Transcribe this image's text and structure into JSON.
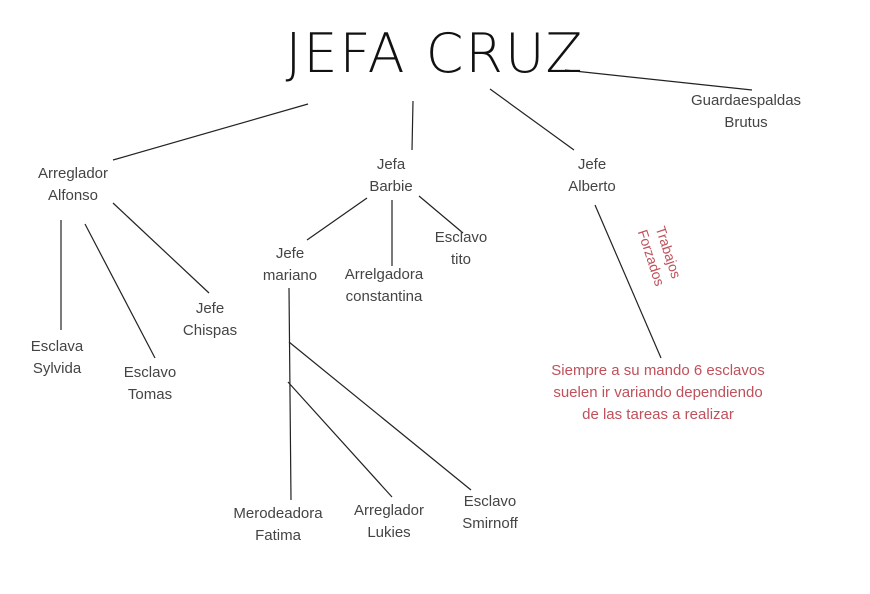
{
  "title": "JEFA CRUZ",
  "nodes": {
    "guardaespaldas": [
      "Guardaespaldas",
      "Brutus"
    ],
    "alfonso": [
      "Arreglador",
      "Alfonso"
    ],
    "barbie": [
      "Jefa",
      "Barbie"
    ],
    "alberto": [
      "Jefe",
      "Alberto"
    ],
    "mariano": [
      "Jefe",
      "mariano"
    ],
    "constantina": [
      "Arrelgadora",
      "constantina"
    ],
    "tito": [
      "Esclavo",
      "tito"
    ],
    "chispas": [
      "Jefe",
      "Chispas"
    ],
    "sylvida": [
      "Esclava",
      "Sylvida"
    ],
    "tomas": [
      "Esclavo",
      "Tomas"
    ],
    "fatima": [
      "Merodeadora",
      "Fatima"
    ],
    "lukies": [
      "Arreglador",
      "Lukies"
    ],
    "smirnoff": [
      "Esclavo",
      "Smirnoff"
    ]
  },
  "annotations": {
    "trabajos": [
      "Trabajos",
      "Forzados"
    ],
    "note": [
      "Siempre a su mando 6 esclavos",
      "suelen ir variando dependiendo",
      "de las tareas a realizar"
    ]
  },
  "colors": {
    "line": "#222222",
    "text": "#444444",
    "accent": "#c0505a"
  }
}
